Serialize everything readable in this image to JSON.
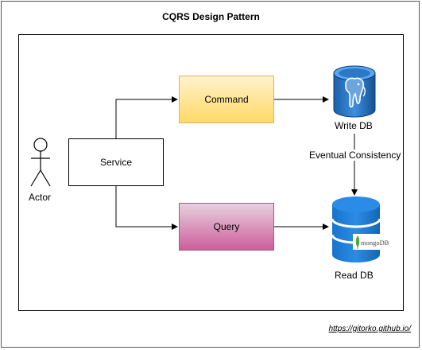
{
  "title": "CQRS Design Pattern",
  "actor": {
    "label": "Actor"
  },
  "service": {
    "label": "Service"
  },
  "command": {
    "label": "Command"
  },
  "query": {
    "label": "Query"
  },
  "write_db": {
    "label": "Write DB",
    "icon": "postgresql-icon"
  },
  "read_db": {
    "label": "Read DB",
    "icon": "mongodb-icon",
    "logo_text": "mongoDB"
  },
  "consistency": {
    "label": "Eventual Consistency"
  },
  "footer": {
    "link_text": "https://gitorko.github.io/"
  },
  "colors": {
    "command_fill_top": "#fff2cc",
    "command_fill_bottom": "#ffd966",
    "query_fill_top": "#e6d0de",
    "query_fill_bottom": "#cd5f9a",
    "db_blue": "#1a7fd4",
    "mongo_green": "#4faa41"
  }
}
